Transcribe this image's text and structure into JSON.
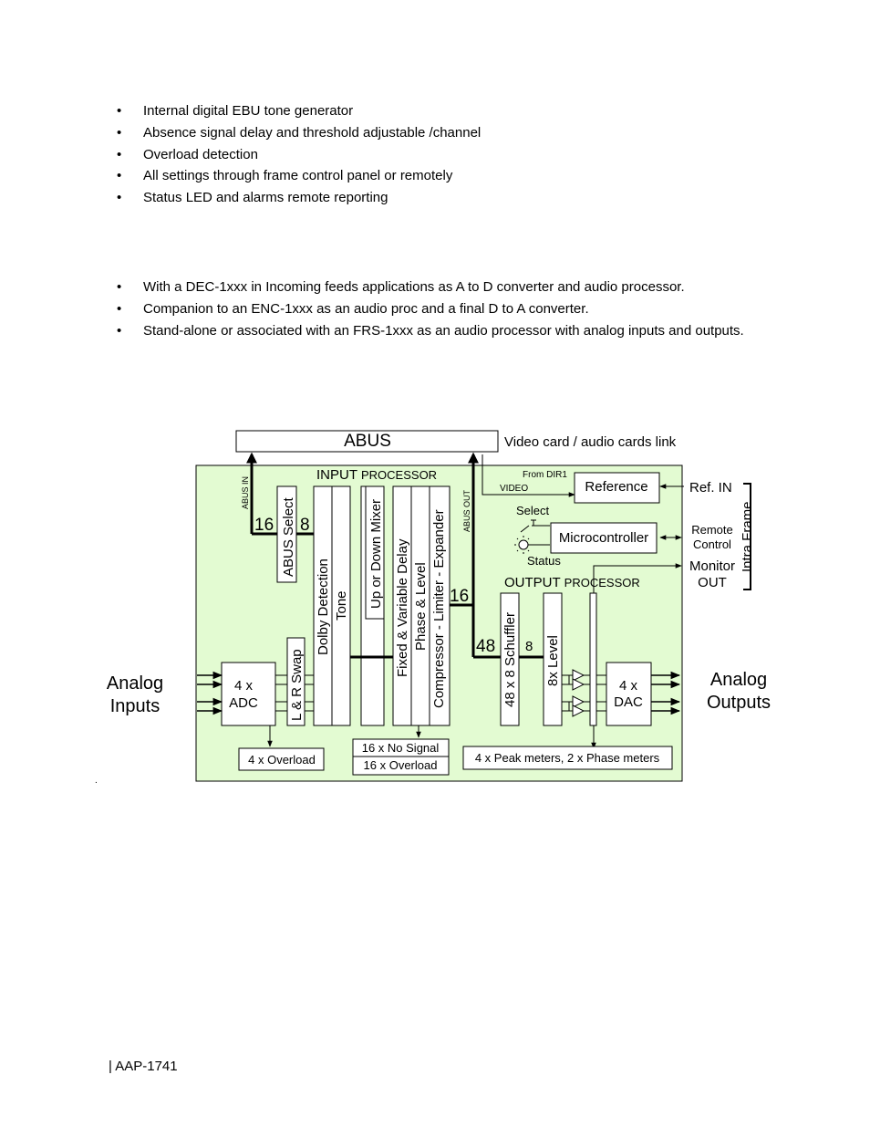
{
  "features": [
    "Internal digital EBU tone generator",
    "Absence signal delay and threshold adjustable /channel",
    "Overload detection",
    "All settings through frame control panel or remotely",
    "Status LED and alarms remote reporting"
  ],
  "applications": [
    "With a DEC-1xxx in Incoming feeds applications as A to D converter and audio processor.",
    "Companion to an ENC-1xxx as an audio proc and a final D to A converter.",
    "Stand-alone or associated with an FRS-1xxx as an audio processor with analog inputs and outputs."
  ],
  "bullet_char": "•",
  "diagram": {
    "abus": "ABUS",
    "abus_link": "Video card / audio cards link",
    "abus_in": "ABUS IN",
    "abus_out": "ABUS OUT",
    "input_processor_1": "INPUT",
    "input_processor_2": "PROCESSOR",
    "output_processor_1": "OUTPUT",
    "output_processor_2": "PROCESSOR",
    "from_dir1": "From DIR1",
    "video": "VIDEO",
    "reference": "Reference",
    "ref_in": "Ref. IN",
    "select": "Select",
    "status": "Status",
    "microcontroller": "Microcontroller",
    "remote": "Remote",
    "control": "Control",
    "monitor": "Monitor",
    "out": "OUT",
    "intra_frame": "Intra Frame",
    "num_16_left": "16",
    "abus_select": "ABUS Select",
    "num_8_left": "8",
    "dolby_detection": "Dolby Detection",
    "tone": "Tone",
    "up_down_mixer": "Up or Down Mixer",
    "fixed_delay": "Fixed & Variable Delay",
    "phase_level": "Phase & Level",
    "compressor": "Compressor - Limiter - Expander",
    "num_16_right": "16",
    "num_48": "48",
    "schuffler": "48 x 8 Schuffler",
    "num_8_right": "8",
    "level_8x": "8x Level",
    "adc_1": "4 x",
    "adc_2": "ADC",
    "lr_swap": "L & R Swap",
    "dac_1": "4 x",
    "dac_2": "DAC",
    "analog_inputs_1": "Analog",
    "analog_inputs_2": "Inputs",
    "analog_outputs_1": "Analog",
    "analog_outputs_2": "Outputs",
    "overload_4x": "4 x Overload",
    "no_signal_16x": "16 x No Signal",
    "overload_16x": "16 x Overload",
    "meters": "4 x Peak meters, 2 x Phase meters",
    "colors": {
      "panel": "#e3fbd2",
      "line": "#000000"
    }
  },
  "stray_mark": ".",
  "footer": "|  AAP-1741"
}
